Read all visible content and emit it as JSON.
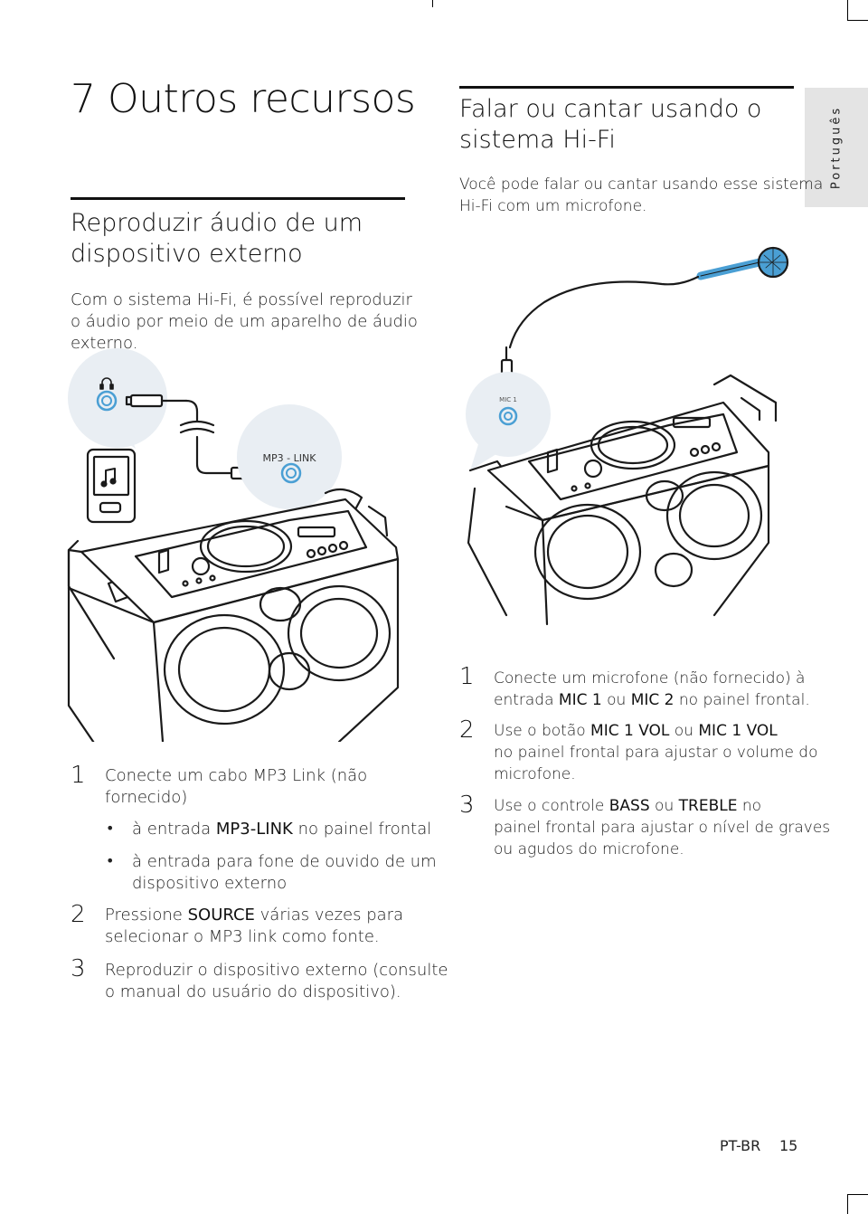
{
  "page": {
    "language_tab": "Português",
    "footer_code": "PT-BR",
    "page_number": "15"
  },
  "left": {
    "chapter_title": "7  Outros recursos",
    "section_title_line1": "Reproduzir áudio de um",
    "section_title_line2": "dispositivo externo",
    "intro_line1": "Com o sistema Hi-Fi, é possível reproduzir",
    "intro_line2": "o áudio por meio de um aparelho de áudio",
    "intro_line3": "externo.",
    "steps": [
      {
        "num": "1",
        "line1": "Conecte um cabo MP3 Link (não",
        "line2": "fornecido)",
        "bullets": [
          {
            "pre": "à entrada ",
            "kw": "MP3-LINK",
            "post": " no painel frontal"
          },
          {
            "line1": "à entrada para fone de ouvido de um",
            "line2": "dispositivo externo"
          }
        ]
      },
      {
        "num": "2",
        "pre": "Pressione ",
        "kw": "SOURCE",
        "post": " várias vezes para",
        "line2": "selecionar o MP3 link como fonte."
      },
      {
        "num": "3",
        "line1": "Reproduzir o dispositivo externo (consulte",
        "line2": "o manual do usuário do dispositivo)."
      }
    ]
  },
  "right": {
    "section_title_line1": "Falar ou cantar usando o",
    "section_title_line2": "sistema Hi-Fi",
    "intro_line1": "Você pode falar ou cantar usando esse sistema",
    "intro_line2": "Hi-Fi com um microfone.",
    "steps": [
      {
        "num": "1",
        "line1": "Conecte um microfone (não fornecido) à",
        "l2_pre": "entrada ",
        "kw1": "MIC 1",
        "l2_mid": " ou ",
        "kw2": "MIC 2",
        "l2_post": " no painel frontal."
      },
      {
        "num": "2",
        "pre": "Use o botão ",
        "kw1": "MIC 1 VOL",
        "mid": " ou ",
        "kw2": "MIC 1 VOL",
        "line2": "no painel frontal para ajustar o volume do",
        "line3": "microfone."
      },
      {
        "num": "3",
        "pre": "Use o controle ",
        "kw1": "BASS",
        "mid": " ou ",
        "kw2": "TREBLE",
        "post": " no",
        "line2": "painel frontal para ajustar o nível de graves",
        "line3": "ou agudos do microfone."
      }
    ]
  },
  "illustration": {
    "label_mp3_link": "MP3 - LINK",
    "label_mic1": "MIC 1",
    "accent_color": "#4a9fd4"
  }
}
